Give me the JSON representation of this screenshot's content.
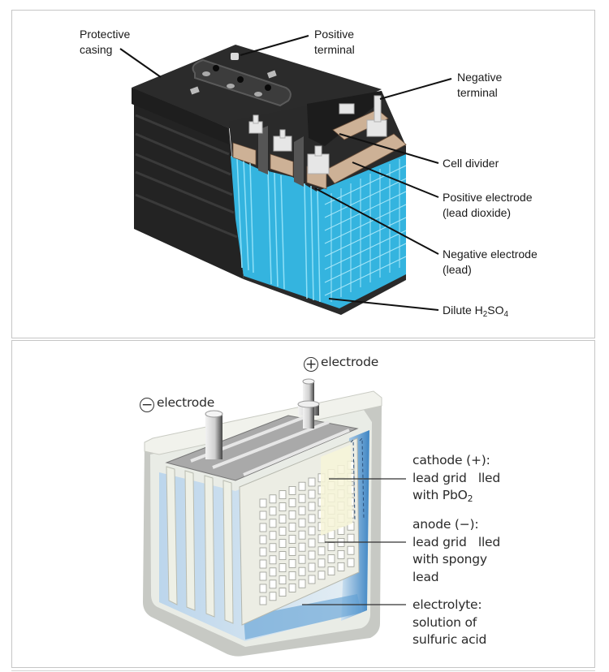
{
  "figure_top": {
    "labels": {
      "protective_casing": [
        "Protective",
        "casing"
      ],
      "positive_terminal": [
        "Positive",
        "terminal"
      ],
      "negative_terminal": [
        "Negative",
        "terminal"
      ],
      "cell_divider": "Cell divider",
      "positive_electrode": [
        "Positive electrode",
        "(lead dioxide)"
      ],
      "negative_electrode": [
        "Negative electrode",
        "(lead)"
      ],
      "electrolyte": {
        "prefix": "Dilute H",
        "sub1": "2",
        "mid": "SO",
        "sub2": "4"
      }
    },
    "colors": {
      "casing": "#262626",
      "electrolyte": "#3bb8e0",
      "plates": "#c9a98a",
      "terminal": "#e6e6e6"
    }
  },
  "figure_bottom": {
    "labels": {
      "positive_electrode": {
        "symbol": "+",
        "text": "electrode"
      },
      "negative_electrode": {
        "symbol": "−",
        "text": "electrode"
      },
      "cathode": {
        "line1": "cathode (+):",
        "line2": "lead grid   lled",
        "line3_prefix": "with PbO",
        "line3_sub": "2"
      },
      "anode": [
        "anode (−):",
        "lead grid   lled",
        "with spongy",
        "lead"
      ],
      "electrolyte": [
        "electrolyte:",
        "solution of",
        "sulfuric acid"
      ]
    },
    "colors": {
      "case": "#e8ebe4",
      "electrolyte": "#6aa6d6",
      "grid": "#d9d9d2"
    }
  }
}
